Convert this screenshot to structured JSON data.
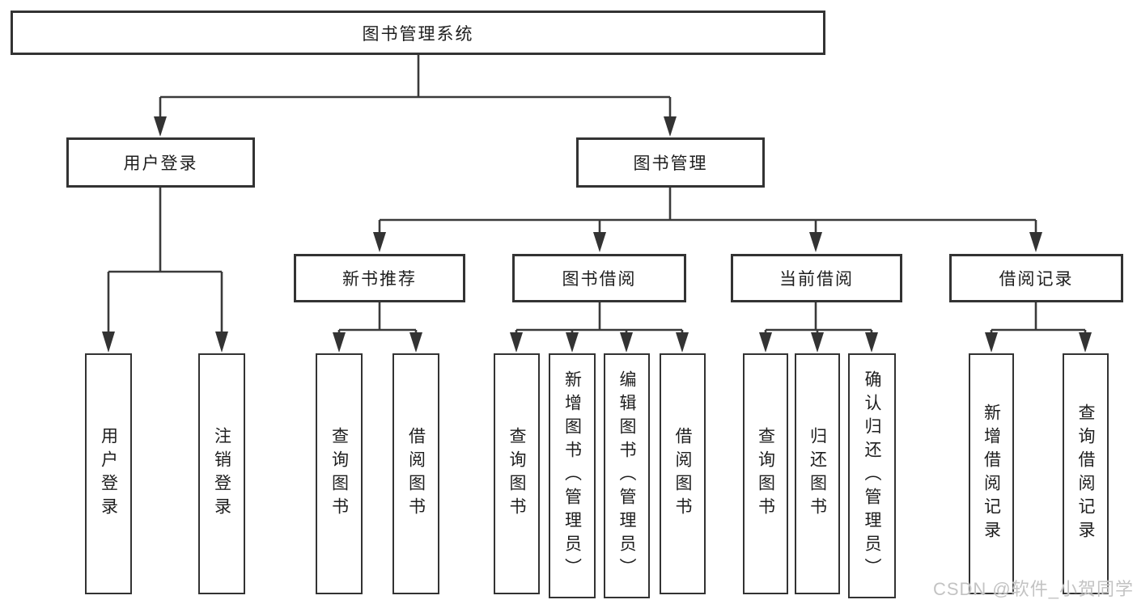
{
  "colors": {
    "box_border": "#333333",
    "line": "#3a3a3a",
    "text": "#1e1e1e",
    "watermark": "#c3c3c3",
    "background": "#ffffff"
  },
  "watermark": "CSDN @软件_小贺同学",
  "tree": {
    "label": "图书管理系统",
    "children": [
      {
        "label": "用户登录",
        "children": [
          {
            "label": "用户登录"
          },
          {
            "label": "注销登录"
          }
        ]
      },
      {
        "label": "图书管理",
        "children": [
          {
            "label": "新书推荐",
            "children": [
              {
                "label": "查询图书"
              },
              {
                "label": "借阅图书"
              }
            ]
          },
          {
            "label": "图书借阅",
            "children": [
              {
                "label": "查询图书"
              },
              {
                "label": "新增图书（管理员）"
              },
              {
                "label": "编辑图书（管理员）"
              },
              {
                "label": "借阅图书"
              }
            ]
          },
          {
            "label": "当前借阅",
            "children": [
              {
                "label": "查询图书"
              },
              {
                "label": "归还图书"
              },
              {
                "label": "确认归还（管理员）"
              }
            ]
          },
          {
            "label": "借阅记录",
            "children": [
              {
                "label": "新增借阅记录"
              },
              {
                "label": "查询借阅记录"
              }
            ]
          }
        ]
      }
    ]
  }
}
